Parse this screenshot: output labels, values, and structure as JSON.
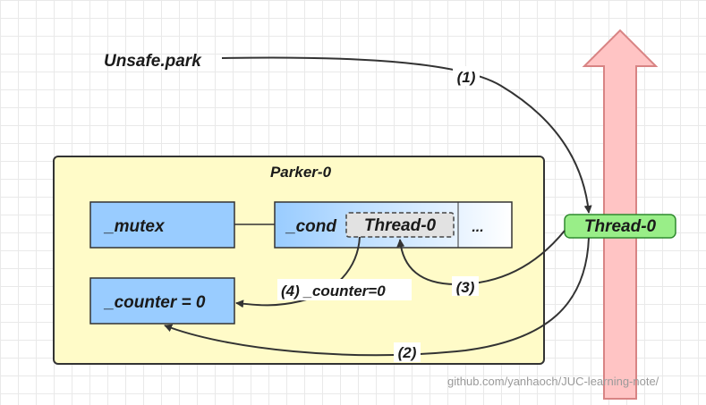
{
  "diagram": {
    "source_label": "Unsafe.park",
    "parker": {
      "title": "Parker-0"
    },
    "mutex": {
      "label": "_mutex"
    },
    "cond": {
      "label": "_cond",
      "queue_item": "Thread-0",
      "ellipsis": "..."
    },
    "counter": {
      "label": "_counter = 0"
    },
    "thread": {
      "label": "Thread-0"
    },
    "steps": {
      "s1": "(1)",
      "s2": "(2)",
      "s3": "(3)",
      "s4": "(4)  _counter=0"
    },
    "watermark": "github.com/yanhaoch/JUC-learning-note/"
  },
  "colors": {
    "parker_fill": "#fffbc8",
    "box_fill": "#99ccff",
    "thread_fill": "#99ee88",
    "arrow_fill": "#ffc4c4",
    "line": "#333333"
  }
}
